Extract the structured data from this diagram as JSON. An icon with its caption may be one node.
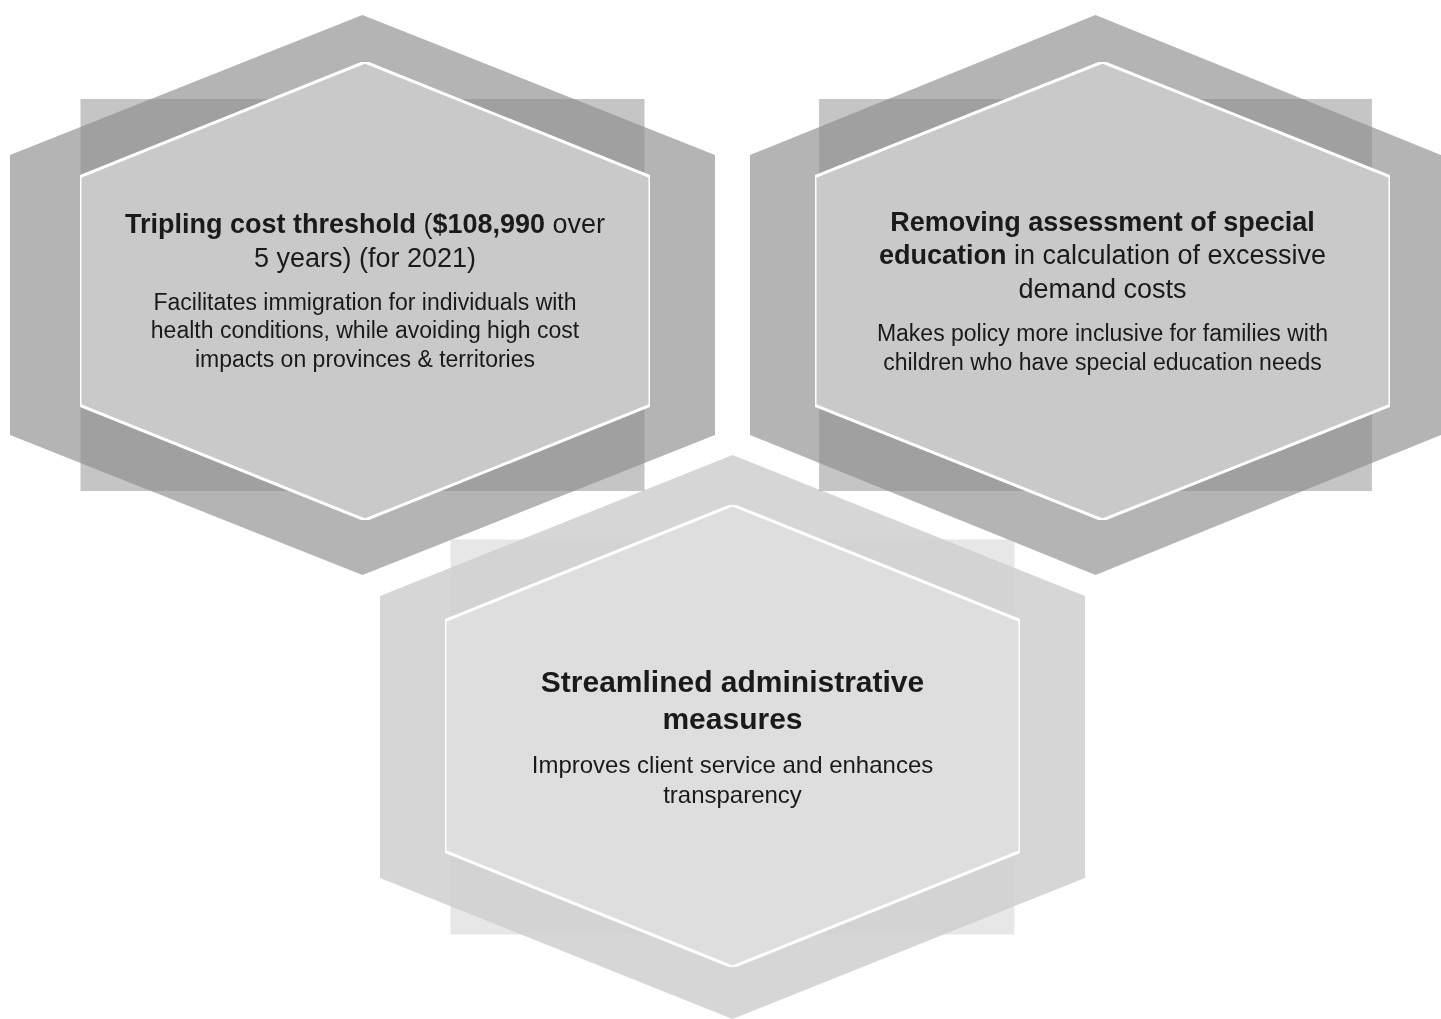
{
  "diagram": {
    "nodes": [
      {
        "text": [
          "**Tripling cost threshold** (**$108,990** over 5 years) (for 2021)",
          "Facilitates immigration for individuals with health conditions, while avoiding high cost impacts on provinces & territories"
        ]
      },
      {
        "text": [
          "**Removing assessment of special education** in calculation of excessive demand costs",
          "Makes policy more inclusive for families with children who have special education needs"
        ]
      },
      {
        "text": [
          "**Streamlined administrative measures**",
          "Improves client service and enhances transparency"
        ]
      }
    ]
  }
}
